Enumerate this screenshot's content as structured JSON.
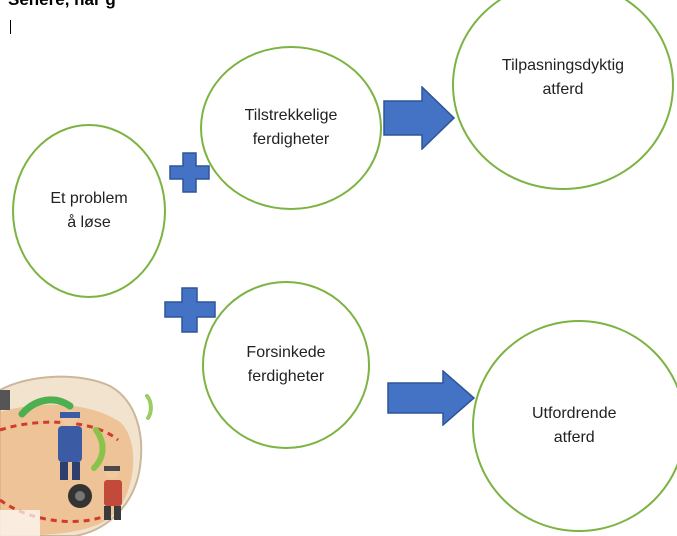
{
  "header": {
    "text": "Senere, nar g"
  },
  "nodes": {
    "problem": {
      "line1": "Et problem",
      "line2": "å løse"
    },
    "skills_good": {
      "line1": "Tilstrekkelige",
      "line2": "ferdigheter"
    },
    "outcome_good": {
      "line1": "Tilpasningsdyktig",
      "line2": "atferd"
    },
    "skills_lagging": {
      "line1": "Forsinkede",
      "line2": "ferdigheter"
    },
    "outcome_bad": {
      "line1": "Utfordrende",
      "line2": "atferd"
    }
  },
  "colors": {
    "circle_border": "#7cb342",
    "connector_fill": "#4472c4",
    "connector_stroke": "#2f5597"
  },
  "icons": [
    "plus-icon",
    "arrow-right-icon",
    "cartoon-illustration"
  ]
}
